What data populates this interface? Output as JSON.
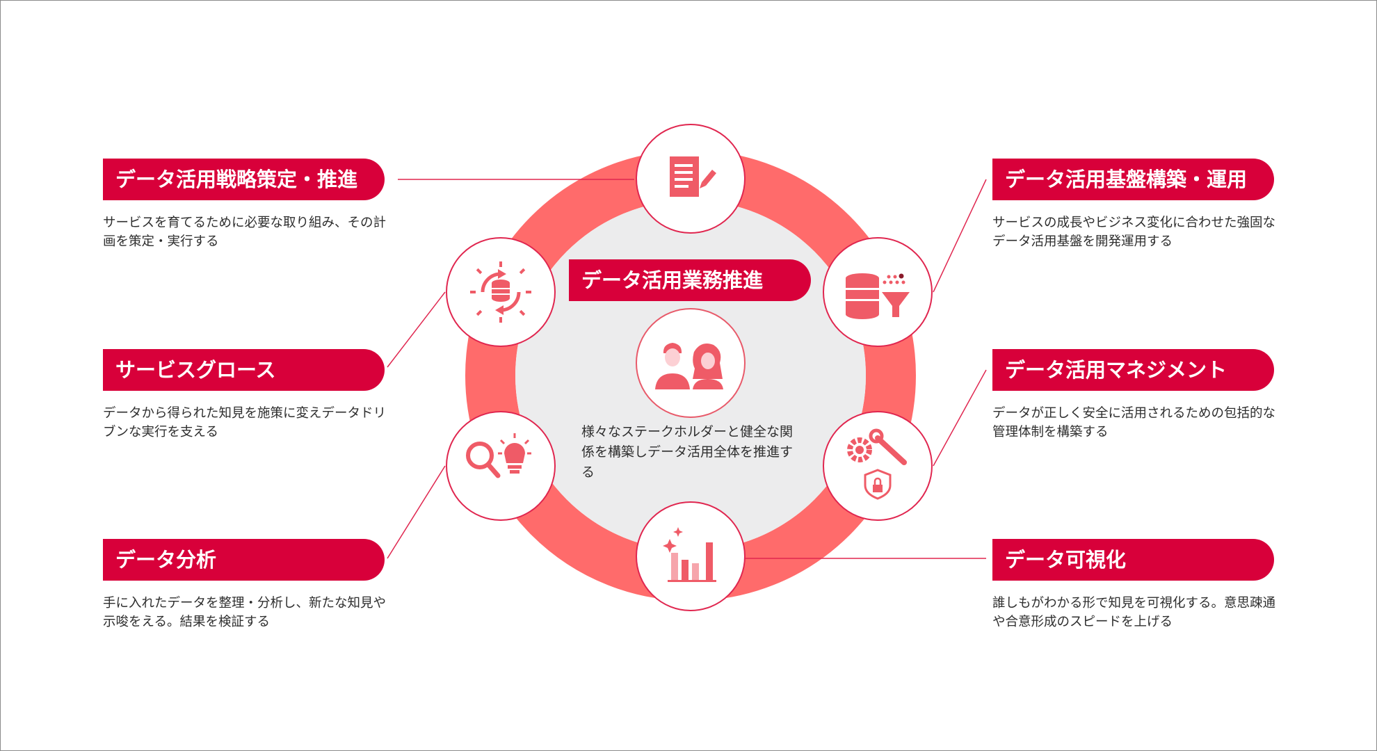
{
  "center": {
    "title": "データ活用業務推進",
    "description": "様々なステークホルダーと健全な関係を構築しデータ活用全体を推進する",
    "icon": "people-icon"
  },
  "items": [
    {
      "title": "データ活用戦略策定・推進",
      "description": "サービスを育てるために必要な取り組み、その計画を策定・実行する",
      "icon": "document-pen-icon"
    },
    {
      "title": "サービスグロース",
      "description": "データから得られた知見を施策に変えデータドリブンな実行を支える",
      "icon": "database-cycle-icon"
    },
    {
      "title": "データ分析",
      "description": "手に入れたデータを整理・分析し、新たな知見や示唆をえる。結果を検証する",
      "icon": "magnifier-bulb-icon"
    },
    {
      "title": "データ活用基盤構築・運用",
      "description": "サービスの成長やビジネス変化に合わせた強固なデータ活用基盤を開発運用する",
      "icon": "database-funnel-icon"
    },
    {
      "title": "データ活用マネジメント",
      "description": "データが正しく安全に活用されるための包括的な管理体制を構築する",
      "icon": "gear-wrench-shield-icon"
    },
    {
      "title": "データ可視化",
      "description": "誰しもがわかる形で知見を可視化する。意思疎通や合意形成のスピードを上げる",
      "icon": "bar-chart-sparkle-icon"
    }
  ],
  "colors": {
    "accent": "#d8003a",
    "ring": "#ff6b6b",
    "inner": "#ececed",
    "icon": "#ef5b67"
  }
}
